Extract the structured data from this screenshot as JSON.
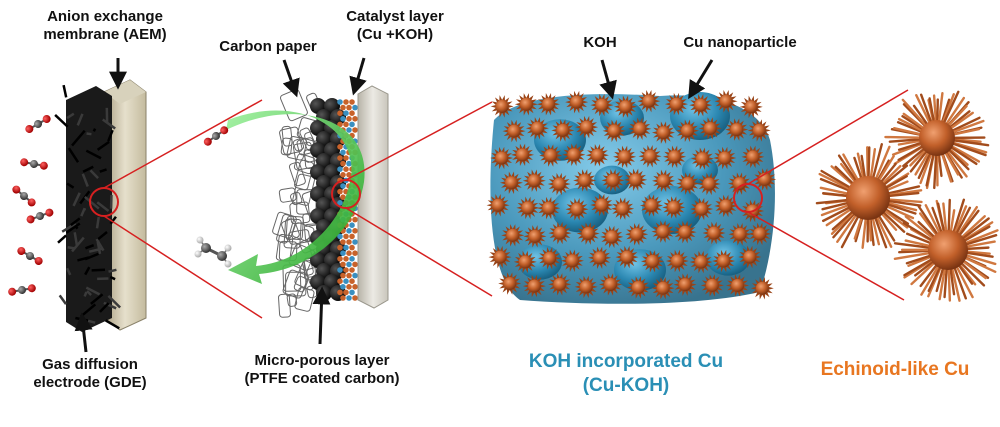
{
  "labels": {
    "aem_line1": "Anion exchange",
    "aem_line2": "membrane (AEM)",
    "carbon_paper": "Carbon paper",
    "catalyst_line1": "Catalyst layer",
    "catalyst_line2": "(Cu +KOH)",
    "koh": "KOH",
    "cu_nanoparticle": "Cu nanoparticle",
    "gde_line1": "Gas diffusion",
    "gde_line2": "electrode (GDE)",
    "mpl_line1": "Micro-porous layer",
    "mpl_line2": "(PTFE coated carbon)",
    "cukoh_line1": "KOH incorporated Cu",
    "cukoh_line2": "(Cu-KOH)",
    "echinoid": "Echinoid-like Cu"
  },
  "colors": {
    "koh_blue": "#2a8fb5",
    "cu_orange": "#c8622a",
    "echinoid_text": "#e87620",
    "zoom_red": "#d62020",
    "arrow_green": "#3cc83c"
  }
}
